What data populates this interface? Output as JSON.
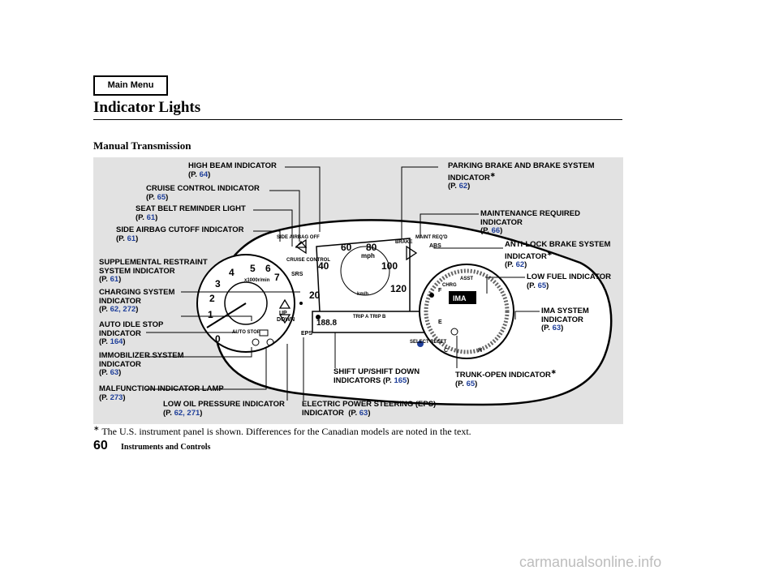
{
  "header": {
    "main_menu": "Main Menu",
    "title": "Indicator Lights",
    "subtitle": "Manual Transmission"
  },
  "labels": {
    "high_beam": {
      "name": "HIGH BEAM INDICATOR",
      "page": "64"
    },
    "cruise": {
      "name": "CRUISE CONTROL INDICATOR",
      "page": "65"
    },
    "seat_belt": {
      "name": "SEAT BELT REMINDER LIGHT",
      "page": "61"
    },
    "side_airbag": {
      "name": "SIDE AIRBAG CUTOFF INDICATOR",
      "page": "61"
    },
    "srs": {
      "line1": "SUPPLEMENTAL RESTRAINT",
      "line2": "SYSTEM INDICATOR",
      "page": "61"
    },
    "charging": {
      "line1": "CHARGING SYSTEM",
      "line2": "INDICATOR",
      "page1": "62",
      "page2": "272"
    },
    "auto_idle": {
      "line1": "AUTO IDLE STOP",
      "line2": "INDICATOR",
      "page": "164"
    },
    "immobilizer": {
      "line1": "IMMOBILIZER SYSTEM",
      "line2": "INDICATOR",
      "page": "63"
    },
    "malfunction": {
      "name": "MALFUNCTION INDICATOR LAMP",
      "page": "273"
    },
    "low_oil": {
      "name": "LOW OIL PRESSURE INDICATOR",
      "page1": "62",
      "page2": "271"
    },
    "eps": {
      "line1": "ELECTRIC POWER STEERING (EPS)",
      "line2": "INDICATOR",
      "page": "63"
    },
    "shift": {
      "line1": "SHIFT UP/SHIFT DOWN",
      "line2": "INDICATORS",
      "page": "165"
    },
    "trunk": {
      "name": "TRUNK-OPEN INDICATOR",
      "page": "65"
    },
    "parking_brake": {
      "line1": "PARKING BRAKE AND BRAKE SYSTEM",
      "line2": "INDICATOR",
      "page": "62"
    },
    "maintenance": {
      "line1": "MAINTENANCE REQUIRED",
      "line2": "INDICATOR",
      "page": "66"
    },
    "abs": {
      "line1": "ANTI-LOCK BRAKE SYSTEM",
      "line2": "INDICATOR",
      "page": "62"
    },
    "low_fuel": {
      "name": "LOW FUEL INDICATOR",
      "page": "65"
    },
    "ima": {
      "line1": "IMA SYSTEM",
      "line2": "INDICATOR",
      "page": "63"
    }
  },
  "common": {
    "p_open": "(P. ",
    "p_close": ")",
    "comma": ", ",
    "star": "∗"
  },
  "gauges": {
    "tach_numbers": [
      "0",
      "1",
      "2",
      "3",
      "4",
      "5",
      "6",
      "7"
    ],
    "tach_unit": "x1000r/min",
    "speed_numbers": [
      "20",
      "40",
      "60",
      "80",
      "100",
      "120"
    ],
    "speed_unit": "mph",
    "kmh_unit": "km/h",
    "shift_up": "UP",
    "shift_down": "DOWN",
    "auto_stop": "AUTO STOP",
    "srs": "SRS",
    "eps": "EPS",
    "brake": "BRAKE",
    "abs": "ABS",
    "maint": "MAINT REQ'D",
    "ima": "IMA",
    "chrg": "CHRG",
    "asst": "ASST",
    "fuel_f": "F",
    "fuel_e": "E",
    "temp_c": "C",
    "temp_h": "H",
    "odo": "188.8",
    "trip": "TRIP A TRIP B",
    "select_reset": "SELECT RESET",
    "side_airbag_off": "SIDE AIRBAG OFF",
    "cruise_control": "CRUISE CONTROL"
  },
  "footer": {
    "note": "The U.S. instrument panel is shown. Differences for the Canadian models are noted in the text.",
    "page_number": "60",
    "section": "Instruments and Controls",
    "watermark": "carmanualsonline.info"
  }
}
